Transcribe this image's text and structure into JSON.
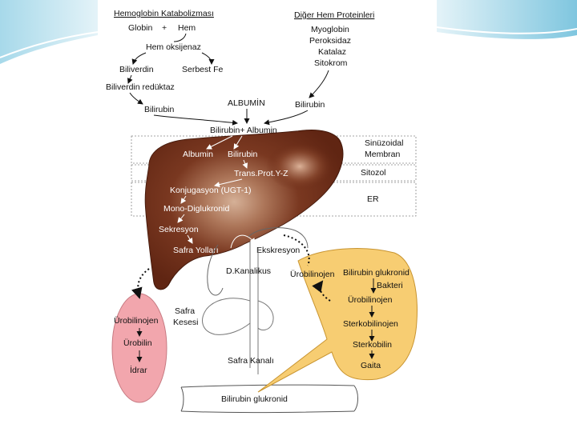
{
  "heme_catabolism": {
    "title": "Hemoglobin Katabolizması",
    "globin": "Globin",
    "plus": "+",
    "hem": "Hem",
    "hem_oxygenase": "Hem oksijenaz",
    "biliverdin": "Biliverdin",
    "free_fe": "Serbest Fe",
    "biliverdin_reductase": "Biliverdin redüktaz",
    "bilirubin": "Bilirubin"
  },
  "other_heme_proteins": {
    "title": "Diğer Hem Proteinleri",
    "items": [
      "Myoglobin",
      "Peroksidaz",
      "Katalaz",
      "Sitokrom"
    ],
    "bilirubin": "Bilirubin"
  },
  "transport": {
    "albumin": "ALBUMİN",
    "complex": "Bilirubin+ Albumin"
  },
  "zones": {
    "sinusoid_line1": "Sinüzoidal",
    "sinusoid_line2": "Membran",
    "cytosol": "Sitozol",
    "er": "ER"
  },
  "liver": {
    "albumin": "Albumin",
    "bilirubin": "Bilirubin",
    "trans_prot": "Trans.Prot.Y-Z",
    "conjugation": "Konjugasyon (UGT-1)",
    "mono_di": "Mono-Diglukronid",
    "secretion": "Sekresyon",
    "bile_ducts": "Safra Yolları",
    "excretion": "Ekskresyon"
  },
  "ducts": {
    "d_canal": "D.Kanalikus",
    "gall_line1": "Safra",
    "gall_line2": "Kesesi",
    "bile_canal": "Safra Kanalı",
    "bilirubin_glucuronide": "Bilirubin glukronid"
  },
  "kidney": {
    "items": [
      "Ürobilinojen",
      "Ürobilin",
      "İdrar"
    ]
  },
  "intestine": {
    "urobilinogen_outside": "Ürobilinojen",
    "top_line1": "Bilirubin glukronid",
    "top_line2": "Bakteri",
    "items": [
      "Ürobilinojen",
      "Sterkobilinojen",
      "Sterkobilin",
      "Gaita"
    ]
  },
  "colors": {
    "liver_fill": "#6b2b16",
    "liver_glow": "#e6c0a6",
    "kidney_fill": "#f2a6ad",
    "intestine_fill": "#f7cd72",
    "zone_border": "#888888",
    "slide_wave": "#6fc0dc"
  }
}
